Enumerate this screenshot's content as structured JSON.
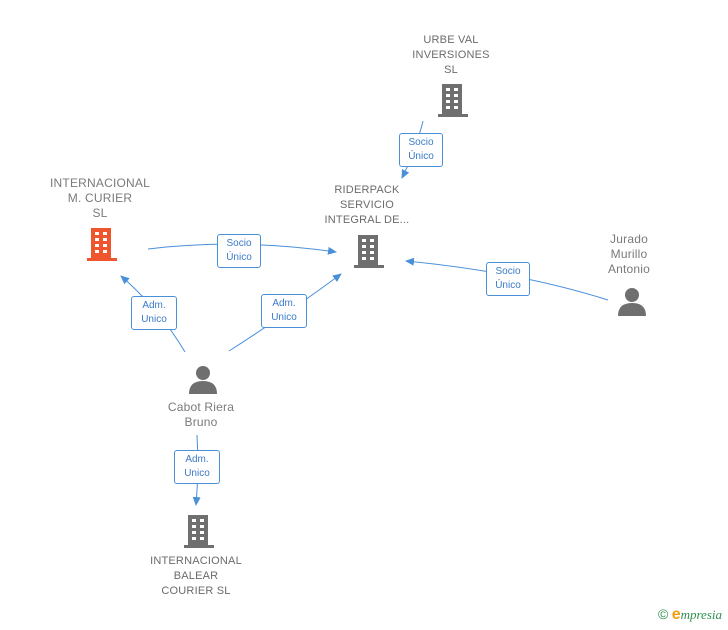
{
  "colors": {
    "edge": "#4a90d9",
    "company_icon": "#6f6f6f",
    "company_highlight": "#f0562d",
    "person_icon": "#6f6f6f",
    "label_text": "#6b6b6b"
  },
  "nodes": {
    "urbe_val": {
      "label": [
        "URBE VAL",
        "INVERSIONES",
        "SL"
      ],
      "kind": "company-building-icon"
    },
    "internacional_curier": {
      "label": [
        "INTERNACIONAL",
        "M. CURIER",
        "SL"
      ],
      "kind": "company-building-icon",
      "highlight": true
    },
    "riderpack": {
      "label": [
        "RIDERPACK",
        "SERVICIO",
        "INTEGRAL DE..."
      ],
      "kind": "company-building-icon"
    },
    "jurado": {
      "label": [
        "Jurado",
        "Murillo",
        "Antonio"
      ],
      "kind": "person-icon"
    },
    "cabot": {
      "label": [
        "Cabot Riera",
        "Bruno"
      ],
      "kind": "person-icon"
    },
    "internacional_balear": {
      "label": [
        "INTERNACIONAL",
        "BALEAR",
        "COURIER SL"
      ],
      "kind": "company-building-icon"
    }
  },
  "edges": {
    "urbe_riderpack": [
      "Socio",
      "Único"
    ],
    "curier_riderpack": [
      "Socio",
      "Único"
    ],
    "jurado_riderpack": [
      "Socio",
      "Único"
    ],
    "cabot_curier": [
      "Adm.",
      "Unico"
    ],
    "cabot_riderpack": [
      "Adm.",
      "Unico"
    ],
    "cabot_balear": [
      "Adm.",
      "Unico"
    ]
  },
  "footer": {
    "copyright": "©",
    "brand_initial": "e",
    "brand_rest": "mpresia"
  }
}
